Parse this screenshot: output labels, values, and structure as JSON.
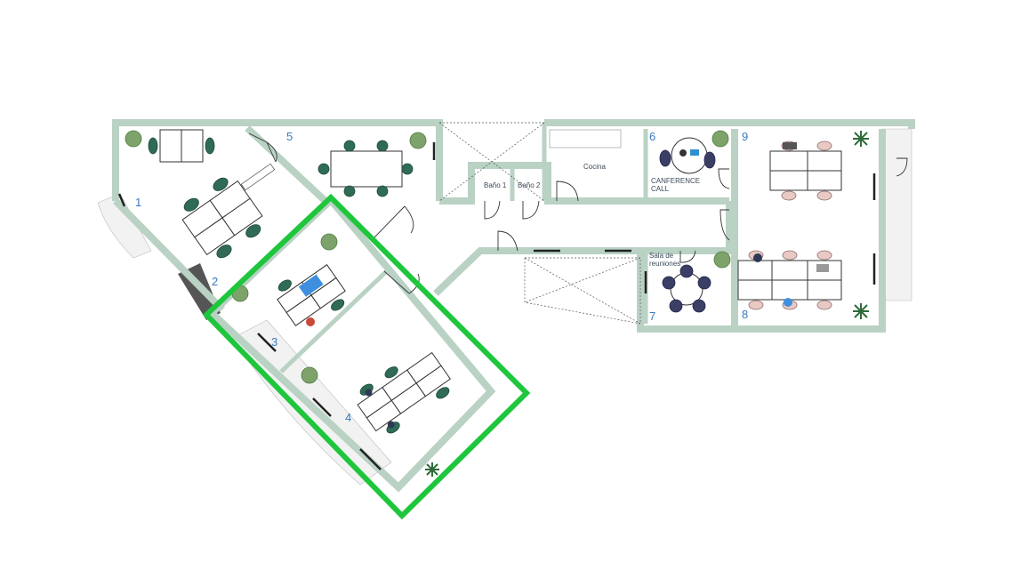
{
  "rooms": {
    "r1": "1",
    "r2": "2",
    "r3": "3",
    "r4": "4",
    "r5": "5",
    "r6": "6",
    "r7": "7",
    "r8": "8",
    "r9": "9"
  },
  "labels": {
    "bano1": "Baño 1",
    "bano2": "Baño 2",
    "cocina": "Cocina",
    "conference_line1": "CANFERENCE",
    "conference_line2": "CALL",
    "sala_line1": "Sala de",
    "sala_line2": "reuniones"
  },
  "colors": {
    "wall": "#b9d2c4",
    "highlight": "#1ec63c",
    "room_number": "#3a7bbd"
  }
}
